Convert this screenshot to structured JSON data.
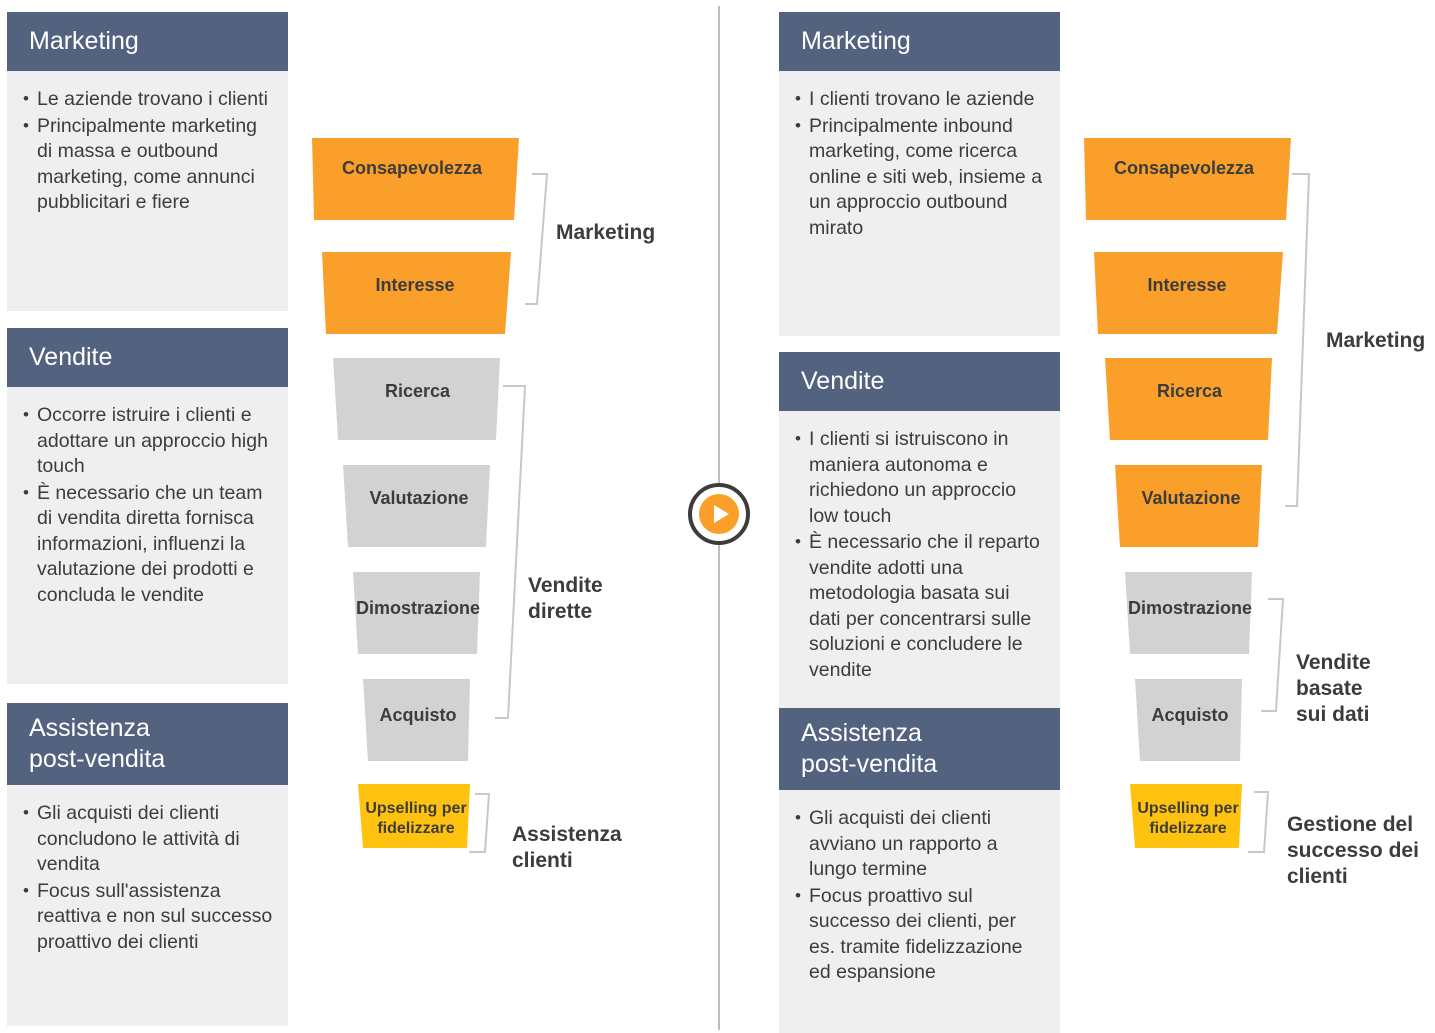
{
  "accent": {
    "orange": "#FAA02A",
    "gold": "#FFC20E",
    "gray": "#D2D2D2",
    "header_blue": "#52627F",
    "panel_bg": "#efefef",
    "text": "#3c3c3c",
    "bracket": "#c8c8c8"
  },
  "divider": {
    "play_icon": "play-icon"
  },
  "left": {
    "panels": [
      {
        "title": "Marketing",
        "bullets": [
          "Le aziende trovano i clienti",
          "Principalmente marketing di massa e outbound marketing, come annunci pubblicitari e fiere"
        ]
      },
      {
        "title": "Vendite",
        "bullets": [
          "Occorre istruire i clienti e adottare un approccio high touch",
          "È necessario che un team di vendita diretta fornisca informazioni, influenzi la valutazione dei prodotti e concluda le vendite"
        ]
      },
      {
        "title": "Assistenza post-vendita",
        "bullets": [
          "Gli acquisti dei clienti concludono le attività di vendita",
          "Focus sull'assistenza reattiva e non sul successo proattivo dei clienti"
        ]
      }
    ],
    "funnel": {
      "stages": [
        {
          "label": "Consapevolezza",
          "color": "orange"
        },
        {
          "label": "Interesse",
          "color": "orange"
        },
        {
          "label": "Ricerca",
          "color": "gray"
        },
        {
          "label": "Valutazione",
          "color": "gray"
        },
        {
          "label": "Dimostrazione",
          "color": "gray"
        },
        {
          "label": "Acquisto",
          "color": "gray"
        },
        {
          "label": "Upselling per fidelizzare",
          "color": "gold"
        }
      ],
      "brackets": [
        {
          "label": "Marketing"
        },
        {
          "label": "Vendite dirette"
        },
        {
          "label": "Assistenza clienti"
        }
      ]
    }
  },
  "right": {
    "panels": [
      {
        "title": "Marketing",
        "bullets": [
          "I clienti trovano le aziende",
          "Principalmente inbound marketing, come ricerca online e siti web, insieme a un approccio outbound mirato"
        ]
      },
      {
        "title": "Vendite",
        "bullets": [
          "I clienti si istruiscono in maniera autonoma e richiedono un approccio low touch",
          "È necessario che il reparto vendite adotti una metodologia basata sui dati per concentrarsi  sulle soluzioni e concludere le vendite"
        ]
      },
      {
        "title": "Assistenza post-vendita",
        "bullets": [
          "Gli acquisti dei clienti avviano un rapporto a lungo termine",
          "Focus proattivo sul successo dei clienti, per es. tramite fidelizzazione ed espansione"
        ]
      }
    ],
    "funnel": {
      "stages": [
        {
          "label": "Consapevolezza",
          "color": "orange"
        },
        {
          "label": "Interesse",
          "color": "orange"
        },
        {
          "label": "Ricerca",
          "color": "orange"
        },
        {
          "label": "Valutazione",
          "color": "orange"
        },
        {
          "label": "Dimostrazione",
          "color": "gray"
        },
        {
          "label": "Acquisto",
          "color": "gray"
        },
        {
          "label": "Upselling per fidelizzare",
          "color": "gold"
        }
      ],
      "brackets": [
        {
          "label": "Marketing"
        },
        {
          "label": "Vendite basate sui dati"
        },
        {
          "label": "Gestione del successo dei clienti"
        }
      ]
    }
  }
}
